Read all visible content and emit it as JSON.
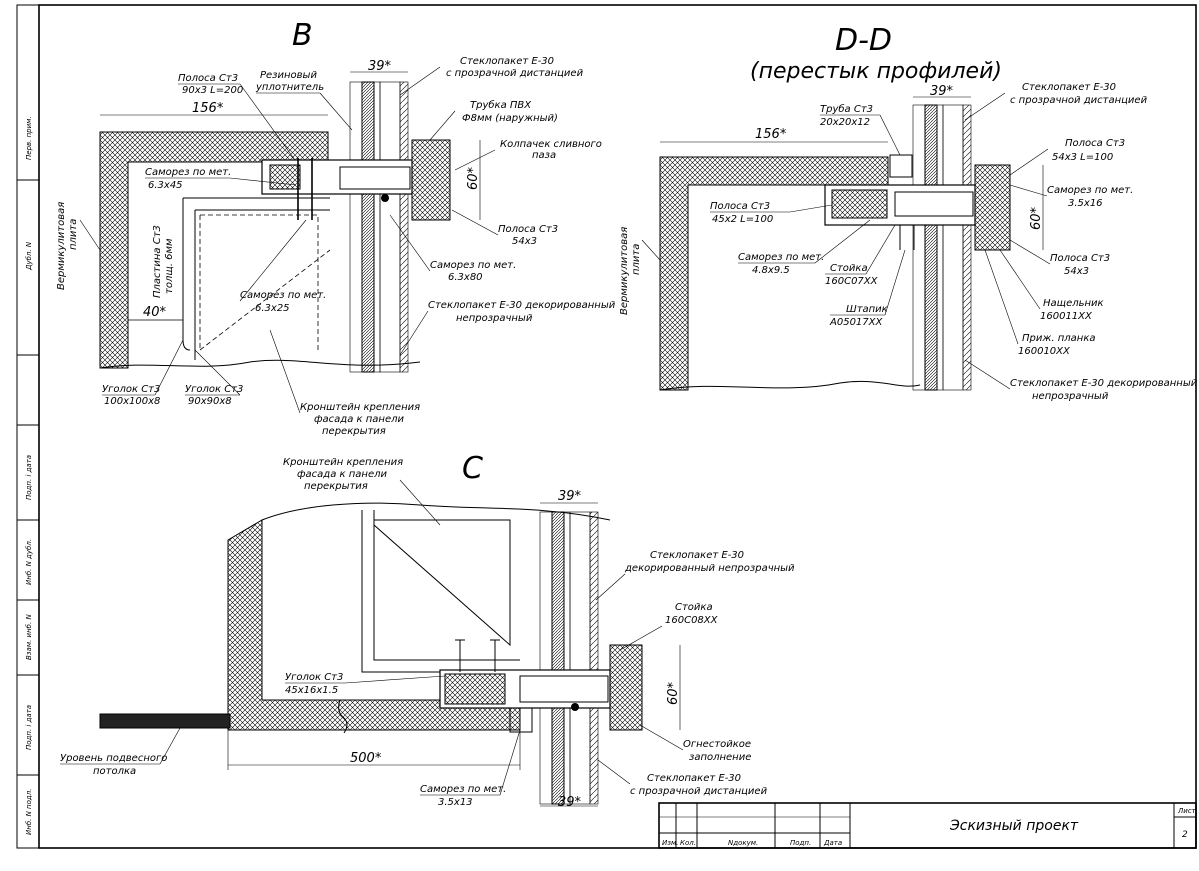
{
  "side_stamps": [
    "Перв. прим.",
    "Дубл. N",
    "Подп. i дата",
    "Инб. N дубл.",
    "Взам. инб. N",
    "Подп. i дата",
    "Инб. N подл."
  ],
  "title_block": {
    "headers": [
      "Изм.",
      "Кол.",
      "Nдокум.",
      "Подп.",
      "Дата"
    ],
    "title": "Эскизный проект",
    "sheet_label": "Лист",
    "sheet_number": "2"
  },
  "view_b": {
    "title": "B",
    "labels": {
      "dim_39": "39*",
      "dim_156": "156*",
      "dim_40": "40*",
      "dim_60": "60*",
      "strip_a_1": "Полоса Ст3",
      "strip_a_2": "90х3 L=200",
      "seal_1": "Резиновый",
      "seal_2": "уплотнитель",
      "glass_top_1": "Стеклопакет Е-30",
      "glass_top_2": "с прозрачной дистанцией",
      "pvc_1": "Трубка ПВХ",
      "pvc_2": "Ф8мм (наружный)",
      "cap_1": "Колпачек сливного",
      "cap_2": "паза",
      "screw_a_1": "Саморез по мет.",
      "screw_a_2": "6.3х45",
      "plate_1": "Пластина Ст3",
      "plate_2": "толщ. 6мм",
      "strip_b_1": "Полоса Ст3",
      "strip_b_2": "54х3",
      "screw_b_1": "Саморез по мет.",
      "screw_b_2": "6.3х80",
      "screw_c_1": "Саморез по мет.",
      "screw_c_2": "6.3х25",
      "glass_dec_1": "Стеклопакет Е-30 декорированный",
      "glass_dec_2": "непрозрачный",
      "verm_1": "Вермикулитовая",
      "verm_2": "плита",
      "angle_a_1": "Уголок Ст3",
      "angle_a_2": "100х100х8",
      "angle_b_1": "Уголок Ст3",
      "angle_b_2": "90х90х8",
      "bracket_1": "Кронштейн крепления",
      "bracket_2": "фасада к панели",
      "bracket_3": "перекрытия"
    }
  },
  "view_dd": {
    "title": "D-D",
    "subtitle": "(перестык профилей)",
    "labels": {
      "dim_39": "39*",
      "dim_156": "156*",
      "dim_60": "60*",
      "tube_1": "Труба Ст3",
      "tube_2": "20х20х12",
      "glass_top_1": "Стеклопакет Е-30",
      "glass_top_2": "с прозрачной дистанцией",
      "strip_a_1": "Полоса Ст3",
      "strip_a_2": "54х3 L=100",
      "screw_a_1": "Саморез по мет.",
      "screw_a_2": "3.5х16",
      "strip_b_1": "Полоса Ст3",
      "strip_b_2": "45х2 L=100",
      "screw_b_1": "Саморез по мет.",
      "screw_b_2": "4.8х9.5",
      "post_1": "Стойка",
      "post_2": "160С07ХХ",
      "strip_c_1": "Полоса Ст3",
      "strip_c_2": "54х3",
      "verm_1": "Вермикулитовая",
      "verm_2": "плита",
      "bead_1": "Штапик",
      "bead_2": "А05017ХХ",
      "cover_1": "Нащельник",
      "cover_2": "160011ХХ",
      "pressure_1": "Приж. планка",
      "pressure_2": "160010ХХ",
      "glass_dec_1": "Стеклопакет Е-30 декорированный",
      "glass_dec_2": "непрозрачный"
    }
  },
  "view_c": {
    "title": "C",
    "labels": {
      "dim_39_top": "39*",
      "dim_39_bottom": "39*",
      "dim_500": "500*",
      "dim_60": "60*",
      "bracket_1": "Кронштейн крепления",
      "bracket_2": "фасада к панели",
      "bracket_3": "перекрытия",
      "glass_dec_1": "Стеклопакет Е-30",
      "glass_dec_2": "декорированный непрозрачный",
      "post_1": "Стойка",
      "post_2": "160С08ХХ",
      "angle_1": "Уголок Ст3",
      "angle_2": "45х16х1.5",
      "fill_1": "Огнестойкое",
      "fill_2": "заполнение",
      "ceiling_1": "Уровень подвесного",
      "ceiling_2": "потолка",
      "screw_1": "Саморез по мет.",
      "screw_2": "3.5х13",
      "glass_clear_1": "Стеклопакет Е-30",
      "glass_clear_2": "с прозрачной дистанцией"
    }
  }
}
